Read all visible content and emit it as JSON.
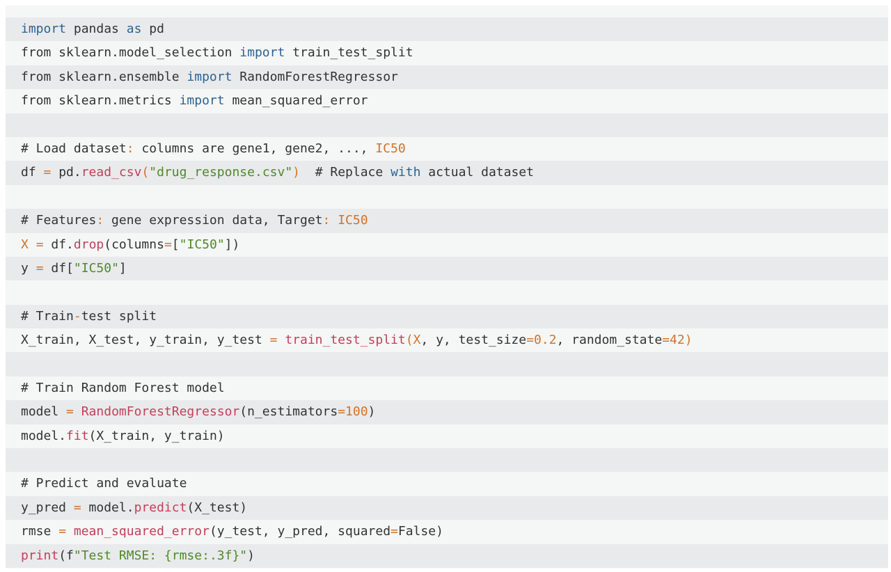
{
  "code": {
    "language": "python",
    "lines": [
      [
        {
          "t": "kw",
          "v": "import"
        },
        {
          "t": "pl",
          "v": " pandas "
        },
        {
          "t": "kw",
          "v": "as"
        },
        {
          "t": "pl",
          "v": " pd"
        }
      ],
      [
        {
          "t": "pl",
          "v": "from sklearn.model_selection "
        },
        {
          "t": "kw",
          "v": "import"
        },
        {
          "t": "pl",
          "v": " train_test_split"
        }
      ],
      [
        {
          "t": "pl",
          "v": "from sklearn.ensemble "
        },
        {
          "t": "kw",
          "v": "import"
        },
        {
          "t": "pl",
          "v": " RandomForestRegressor"
        }
      ],
      [
        {
          "t": "pl",
          "v": "from sklearn.metrics "
        },
        {
          "t": "kw",
          "v": "import"
        },
        {
          "t": "pl",
          "v": " mean_squared_error"
        }
      ],
      [],
      [
        {
          "t": "cm",
          "v": "# Load dataset"
        },
        {
          "t": "op",
          "v": ":"
        },
        {
          "t": "cm",
          "v": " columns are gene1, gene2, ..., "
        },
        {
          "t": "num",
          "v": "IC50"
        }
      ],
      [
        {
          "t": "pl",
          "v": "df "
        },
        {
          "t": "op",
          "v": "="
        },
        {
          "t": "pl",
          "v": " pd."
        },
        {
          "t": "fn",
          "v": "read_csv"
        },
        {
          "t": "op",
          "v": "("
        },
        {
          "t": "str",
          "v": "\"drug_response.csv\""
        },
        {
          "t": "op",
          "v": ")"
        },
        {
          "t": "cm",
          "v": "  # Replace "
        },
        {
          "t": "kw",
          "v": "with"
        },
        {
          "t": "cm",
          "v": " actual dataset"
        }
      ],
      [],
      [
        {
          "t": "cm",
          "v": "# Features"
        },
        {
          "t": "op",
          "v": ":"
        },
        {
          "t": "cm",
          "v": " gene expression data, Target"
        },
        {
          "t": "op",
          "v": ":"
        },
        {
          "t": "cm",
          "v": " "
        },
        {
          "t": "num",
          "v": "IC50"
        }
      ],
      [
        {
          "t": "num",
          "v": "X"
        },
        {
          "t": "pl",
          "v": " "
        },
        {
          "t": "op",
          "v": "="
        },
        {
          "t": "pl",
          "v": " df."
        },
        {
          "t": "fn",
          "v": "drop"
        },
        {
          "t": "pl",
          "v": "(columns"
        },
        {
          "t": "op",
          "v": "="
        },
        {
          "t": "pl",
          "v": "["
        },
        {
          "t": "str",
          "v": "\"IC50\""
        },
        {
          "t": "pl",
          "v": "])"
        }
      ],
      [
        {
          "t": "pl",
          "v": "y "
        },
        {
          "t": "op",
          "v": "="
        },
        {
          "t": "pl",
          "v": " df["
        },
        {
          "t": "str",
          "v": "\"IC50\""
        },
        {
          "t": "pl",
          "v": "]"
        }
      ],
      [],
      [
        {
          "t": "cm",
          "v": "# Train"
        },
        {
          "t": "op",
          "v": "-"
        },
        {
          "t": "cm",
          "v": "test split"
        }
      ],
      [
        {
          "t": "pl",
          "v": "X_train, X_test, y_train, y_test "
        },
        {
          "t": "op",
          "v": "="
        },
        {
          "t": "pl",
          "v": " "
        },
        {
          "t": "fn",
          "v": "train_test_split"
        },
        {
          "t": "op",
          "v": "("
        },
        {
          "t": "num",
          "v": "X"
        },
        {
          "t": "pl",
          "v": ", y, test_size"
        },
        {
          "t": "op",
          "v": "="
        },
        {
          "t": "num",
          "v": "0.2"
        },
        {
          "t": "pl",
          "v": ", random_state"
        },
        {
          "t": "op",
          "v": "="
        },
        {
          "t": "num",
          "v": "42"
        },
        {
          "t": "op",
          "v": ")"
        }
      ],
      [],
      [
        {
          "t": "cm",
          "v": "# Train Random Forest model"
        }
      ],
      [
        {
          "t": "pl",
          "v": "model "
        },
        {
          "t": "op",
          "v": "="
        },
        {
          "t": "pl",
          "v": " "
        },
        {
          "t": "fn",
          "v": "RandomForestRegressor"
        },
        {
          "t": "pl",
          "v": "(n_estimators"
        },
        {
          "t": "op",
          "v": "="
        },
        {
          "t": "num",
          "v": "100"
        },
        {
          "t": "pl",
          "v": ")"
        }
      ],
      [
        {
          "t": "pl",
          "v": "model."
        },
        {
          "t": "fn",
          "v": "fit"
        },
        {
          "t": "pl",
          "v": "(X_train, y_train)"
        }
      ],
      [],
      [
        {
          "t": "cm",
          "v": "# Predict and evaluate"
        }
      ],
      [
        {
          "t": "pl",
          "v": "y_pred "
        },
        {
          "t": "op",
          "v": "="
        },
        {
          "t": "pl",
          "v": " model."
        },
        {
          "t": "fn",
          "v": "predict"
        },
        {
          "t": "pl",
          "v": "(X_test)"
        }
      ],
      [
        {
          "t": "pl",
          "v": "rmse "
        },
        {
          "t": "op",
          "v": "="
        },
        {
          "t": "pl",
          "v": " "
        },
        {
          "t": "fn",
          "v": "mean_squared_error"
        },
        {
          "t": "pl",
          "v": "(y_test, y_pred, squared"
        },
        {
          "t": "op",
          "v": "="
        },
        {
          "t": "pl",
          "v": "False)"
        }
      ],
      [
        {
          "t": "fn",
          "v": "print"
        },
        {
          "t": "pl",
          "v": "(f"
        },
        {
          "t": "str",
          "v": "\"Test RMSE: {rmse:.3f}\""
        },
        {
          "t": "pl",
          "v": ")"
        }
      ]
    ]
  }
}
